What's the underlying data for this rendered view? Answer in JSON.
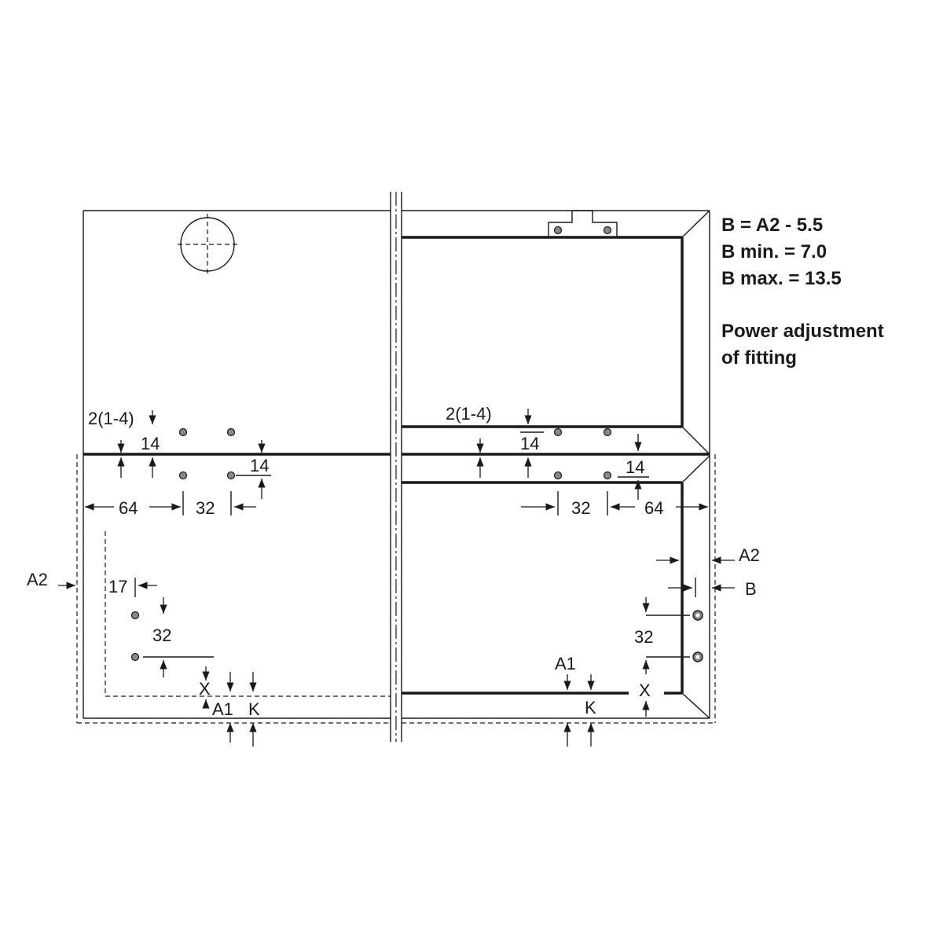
{
  "notes": {
    "formula_b": "B = A2 - 5.5",
    "b_min": "B min. = 7.0",
    "b_max": "B max. = 13.5",
    "power_line1": "Power adjustment",
    "power_line2": "of fitting"
  },
  "labels": {
    "gap_left": "2(1-4)",
    "gap_right": "2(1-4)",
    "d14": "14",
    "d64": "64",
    "d32": "32",
    "d17": "17",
    "a1": "A1",
    "a2": "A2",
    "k": "K",
    "x": "X",
    "b": "B"
  },
  "colors": {
    "line": "#1a1a1a",
    "background": "#ffffff",
    "hole_fill": "#888888"
  }
}
